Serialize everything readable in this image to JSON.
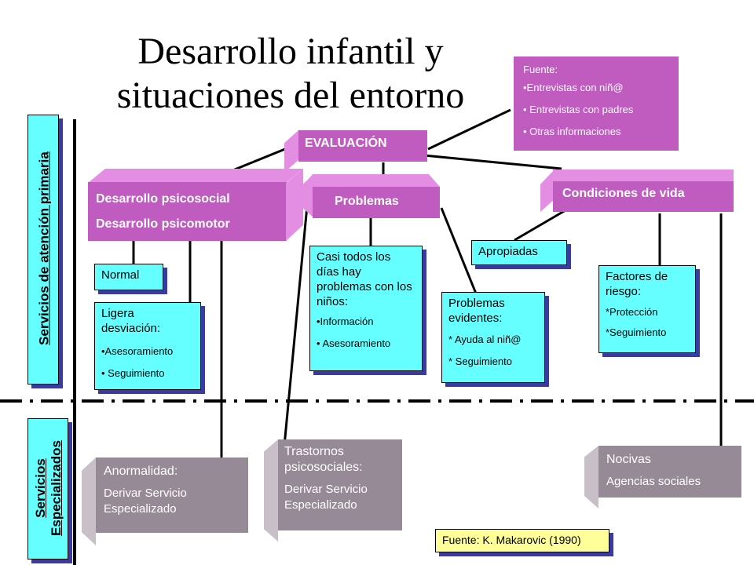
{
  "title_line1": "Desarrollo infantil y",
  "title_line2": "situaciones del entorno",
  "source_box": {
    "heading": "Fuente:",
    "items": [
      "•Entrevistas con niñ@",
      "• Entrevistas con padres",
      "• Otras informaciones"
    ]
  },
  "evaluacion": "EVALUACIÓN",
  "desarrollo": {
    "line1": "Desarrollo psicosocial",
    "line2": "Desarrollo psicomotor"
  },
  "problemas": "Problemas",
  "condiciones": "Condiciones de vida",
  "normal": "Normal",
  "ligera": {
    "title": "Ligera desviación:",
    "items": [
      "•Asesoramiento",
      "• Seguimiento"
    ]
  },
  "casi": {
    "title": "Casi todos los días hay problemas con los niños:",
    "items": [
      "•Información",
      "• Asesoramiento"
    ]
  },
  "evidentes": {
    "title": "Problemas evidentes:",
    "items": [
      "* Ayuda al niñ@",
      "* Seguimiento"
    ]
  },
  "apropiadas": "Apropiadas",
  "factores": {
    "title": "Factores de riesgo:",
    "items": [
      "*Protección",
      "*Seguimiento"
    ]
  },
  "side_primary": "Servicios de atención primaria",
  "side_special_1": "Servicios",
  "side_special_2": "Especializados",
  "anormalidad": {
    "title": "Anormalidad:",
    "line1": "Derivar Servicio",
    "line2": "Especializado"
  },
  "trastornos": {
    "title": "Trastornos psicosociales:",
    "line1": "Derivar Servicio",
    "line2": "Especializado"
  },
  "nocivas": {
    "title": "Nocivas",
    "sub": "Agencias sociales"
  },
  "fuente_ref": "Fuente: K. Makarovic (1990)",
  "colors": {
    "purple": "#c05bc0",
    "cyan": "#66ffff",
    "grey": "#958a95",
    "yellow": "#ffff99"
  }
}
